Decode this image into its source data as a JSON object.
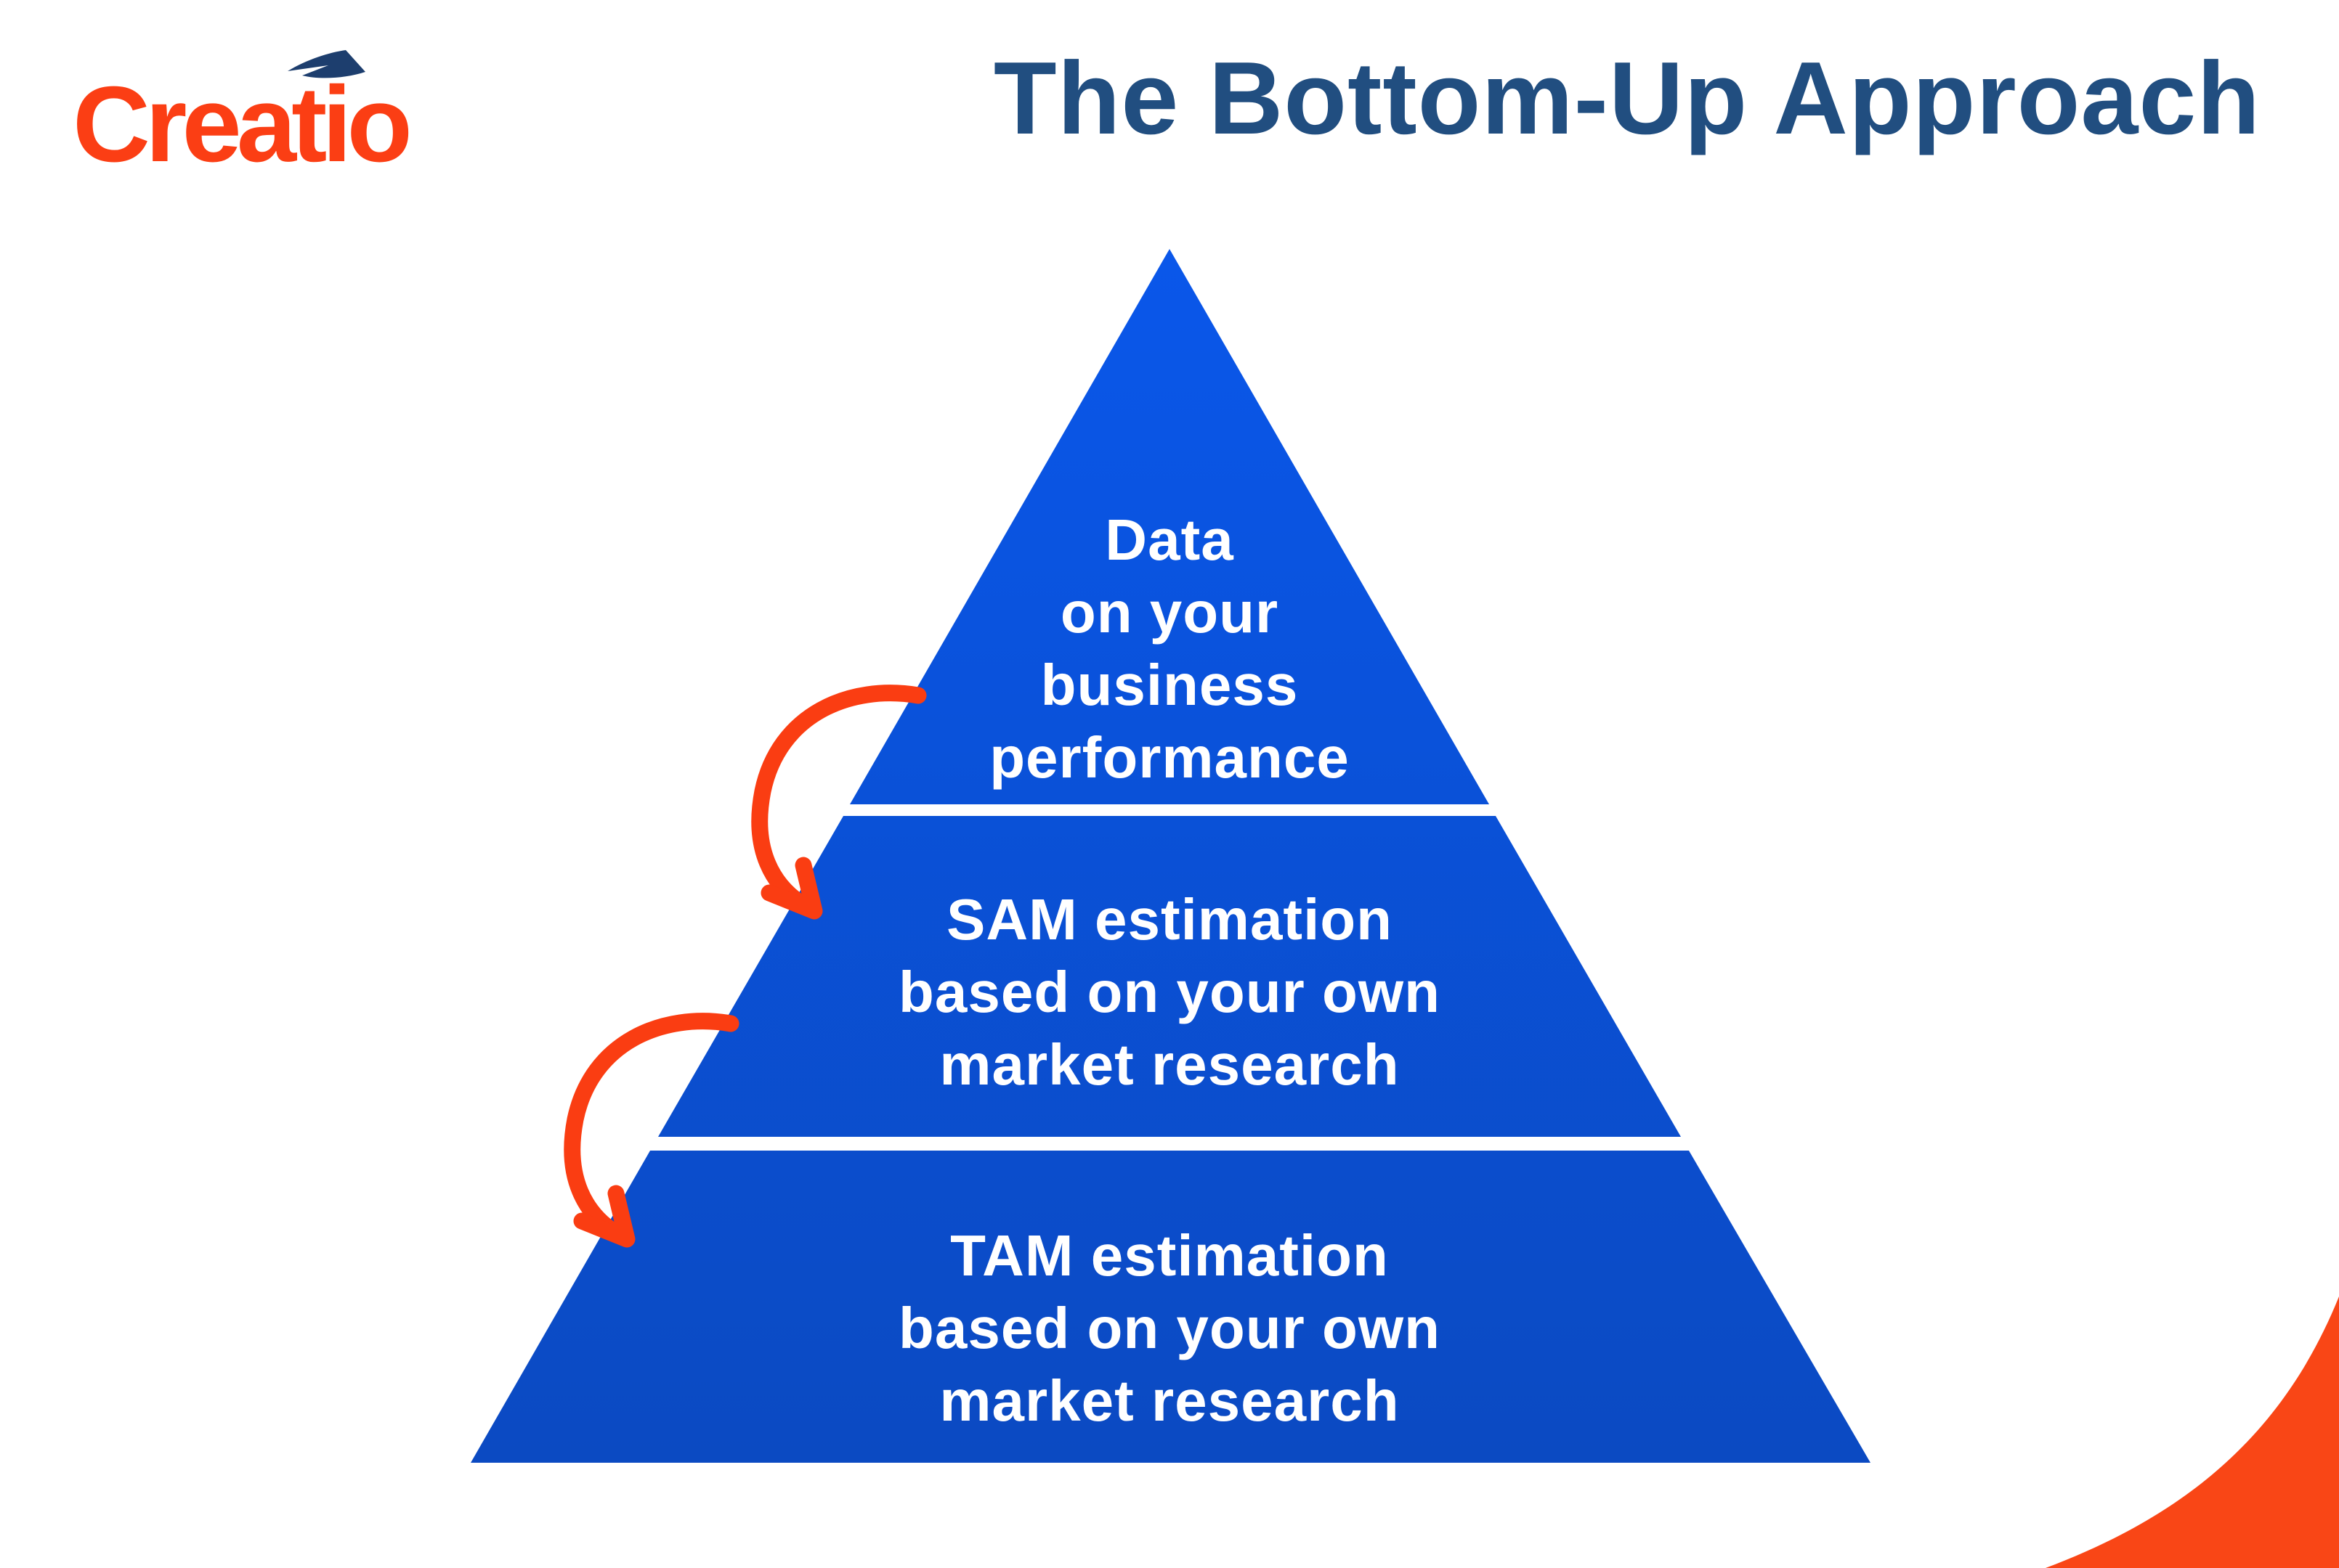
{
  "page": {
    "background_color": "#FFFFFF"
  },
  "header": {
    "logo": {
      "text": "Creatio",
      "text_color": "#FB3E14",
      "arrow_icon_color": "#1D3E6E"
    },
    "title": {
      "text": "The Bottom-Up Approach",
      "color": "#214E80"
    }
  },
  "pyramid": {
    "gradient_top_color": "#0A57EA",
    "gradient_bottom_color": "#0B4AC2",
    "text_color": "#FFFFFF",
    "levels": [
      {
        "position": "top",
        "lines": [
          "Data",
          "on your",
          "business",
          "performance"
        ]
      },
      {
        "position": "middle",
        "lines": [
          "SAM estimation",
          "based on your own",
          "market research"
        ]
      },
      {
        "position": "bottom",
        "lines": [
          "TAM estimation",
          "based on your own",
          "market research"
        ]
      }
    ]
  },
  "decorations": {
    "curved_arrow_color": "#FA3D12",
    "corner_swoosh_color": "#F94616"
  }
}
